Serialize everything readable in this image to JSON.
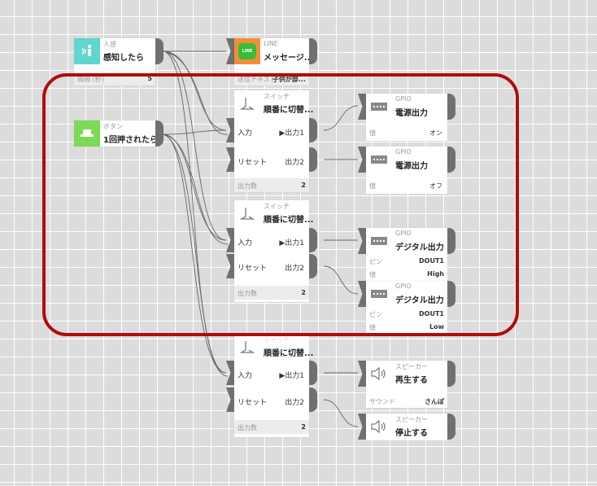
{
  "blocks": {
    "motion": {
      "category": "人感",
      "title": "感知したら",
      "param_key": "間隔 (秒)",
      "param_val": "5"
    },
    "button": {
      "category": "ボタン",
      "title": "1回押されたら"
    },
    "line": {
      "category": "LINE",
      "title": "メッセージ...",
      "icon_text": "LINE",
      "param_key": "送信テキスト",
      "param_val": "子供が部..."
    },
    "switch1": {
      "category": "スイッチ",
      "title": "順番に切替...",
      "in_label": "入力",
      "out1_label": "▶出力1",
      "reset_label": "リセット",
      "out2_label": "出力2",
      "param_key": "出力数",
      "param_val": "2"
    },
    "switch2": {
      "category": "スイッチ",
      "title": "順番に切替...",
      "in_label": "入力",
      "out1_label": "▶出力1",
      "reset_label": "リセット",
      "out2_label": "出力2",
      "param_key": "出力数",
      "param_val": "2"
    },
    "switch3": {
      "category": "スイッチ",
      "title": "順番に切替...",
      "in_label": "入力",
      "out1_label": "▶出力1",
      "reset_label": "リセット",
      "out2_label": "出力2",
      "param_key": "出力数",
      "param_val": "2"
    },
    "gpio1": {
      "category": "GPIO",
      "title": "電源出力",
      "param_key": "値",
      "param_val": "オン"
    },
    "gpio2": {
      "category": "GPIO",
      "title": "電源出力",
      "param_key": "値",
      "param_val": "オフ"
    },
    "gpio3": {
      "category": "GPIO",
      "title": "デジタル出力",
      "pin_key": "ピン",
      "pin_val": "DOUT1",
      "param_key": "値",
      "param_val": "High"
    },
    "gpio4": {
      "category": "GPIO",
      "title": "デジタル出力",
      "pin_key": "ピン",
      "pin_val": "DOUT1",
      "param_key": "値",
      "param_val": "Low"
    },
    "speaker1": {
      "category": "スピーカー",
      "title": "再生する",
      "param_key": "サウンド",
      "param_val": "さんぽ"
    },
    "speaker2": {
      "category": "スピーカー",
      "title": "停止する"
    }
  },
  "colors": {
    "motion": "#5fd6cf",
    "button": "#7ed957",
    "line": "#f08e3a",
    "line_inner": "#3cba3c",
    "highlight": "#b00c0c",
    "port": "#707070"
  }
}
